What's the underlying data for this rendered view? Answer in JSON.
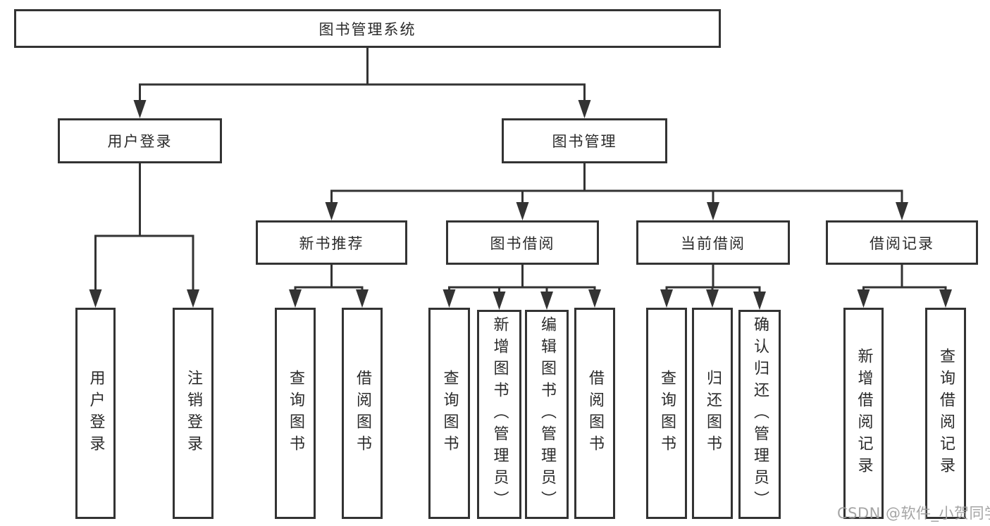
{
  "nodes": {
    "root": "图书管理系统",
    "user_login": "用户登录",
    "book_management": "图书管理",
    "new_book_recommend": "新书推荐",
    "book_borrowing": "图书借阅",
    "current_borrowing": "当前借阅",
    "borrowing_records": "借阅记录",
    "ul_user_login": "用户登录",
    "ul_logout": "注销登录",
    "nr_query_books": "查询图书",
    "nr_borrow_books": "借阅图书",
    "bb_query_books": "查询图书",
    "bb_add_books_admin": "新增图书（管理员）",
    "bb_edit_books_admin": "编辑图书（管理员）",
    "bb_borrow_books": "借阅图书",
    "cb_query_books": "查询图书",
    "cb_return_books": "归还图书",
    "cb_confirm_return_admin": "确认归还（管理员）",
    "br_add_record": "新增借阅记录",
    "br_query_record": "查询借阅记录"
  },
  "watermark": {
    "text": "CSDN @软件_小贺同学"
  },
  "colors": {
    "line": "#333333",
    "text": "#2b2b2b",
    "watermark": "#9e9e9e",
    "background": "#ffffff"
  }
}
